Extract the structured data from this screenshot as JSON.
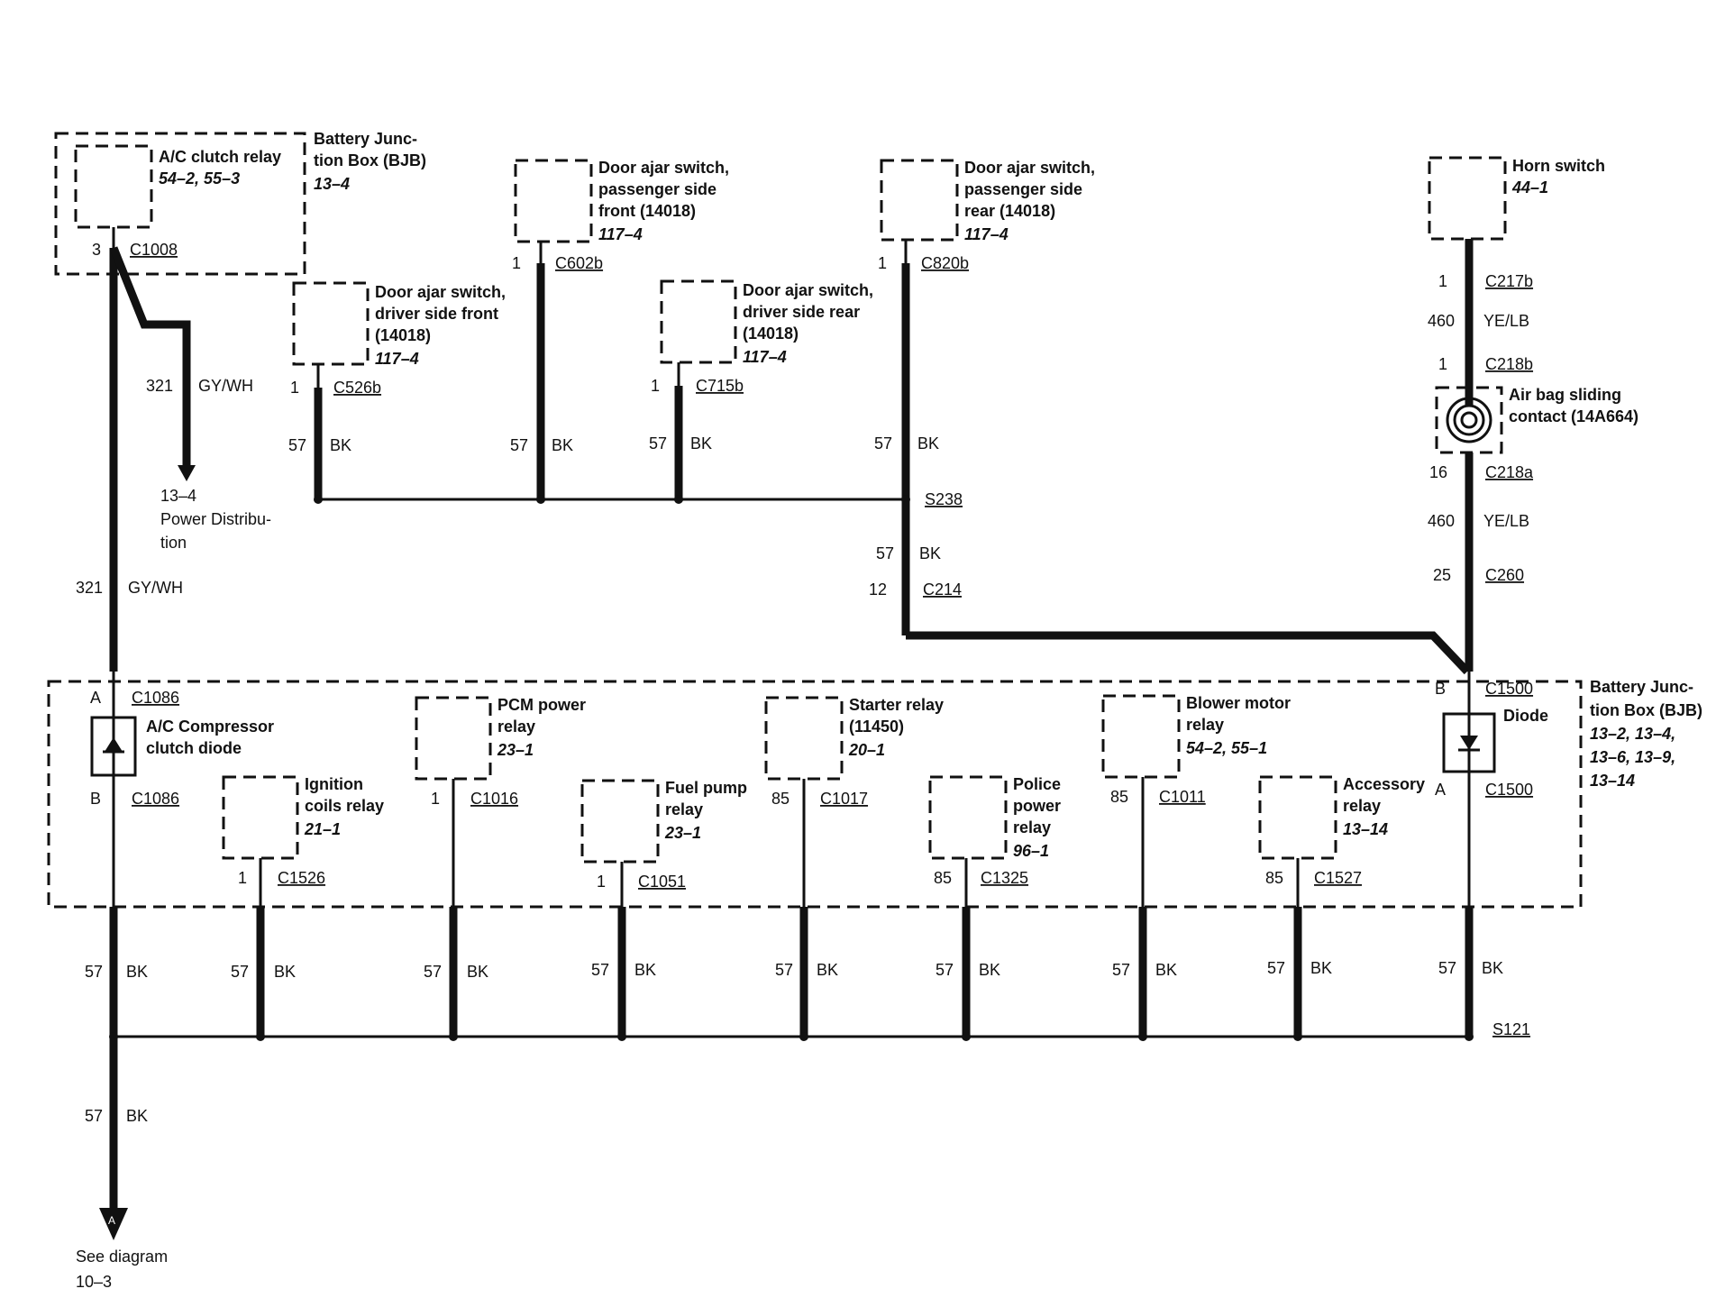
{
  "bjb_top": {
    "name": [
      "Battery Junc-",
      "tion Box (BJB)"
    ],
    "ref": "13–4",
    "relay_name": "A/C clutch relay",
    "relay_ref": "54–2, 55–3",
    "pin": "3",
    "connector": "C1008"
  },
  "power_dist": {
    "wire_num": "321",
    "wire_color": "GY/WH",
    "ref": "13–4",
    "text": [
      "Power Distribu-",
      "tion"
    ]
  },
  "main_wire": {
    "wire_num": "321",
    "wire_color": "GY/WH"
  },
  "door_dsf": {
    "name": [
      "Door ajar switch,",
      "driver side front",
      "(14018)"
    ],
    "ref": "117–4",
    "pin": "1",
    "connector": "C526b",
    "wire_num": "57",
    "wire_color": "BK"
  },
  "door_psf": {
    "name": [
      "Door ajar switch,",
      "passenger side",
      "front (14018)"
    ],
    "ref": "117–4",
    "pin": "1",
    "connector": "C602b",
    "wire_num": "57",
    "wire_color": "BK"
  },
  "door_dsr": {
    "name": [
      "Door ajar switch,",
      "driver side rear",
      "(14018)"
    ],
    "ref": "117–4",
    "pin": "1",
    "connector": "C715b",
    "wire_num": "57",
    "wire_color": "BK"
  },
  "door_psr": {
    "name": [
      "Door ajar switch,",
      "passenger side",
      "rear (14018)"
    ],
    "ref": "117–4",
    "pin": "1",
    "connector": "C820b",
    "wire_num": "57",
    "wire_color": "BK"
  },
  "splice_s238": "S238",
  "c214": {
    "wire_num": "57",
    "wire_color": "BK",
    "pin": "12",
    "connector": "C214"
  },
  "horn": {
    "name": "Horn switch",
    "ref": "44–1",
    "c217b_pin": "1",
    "c217b": "C217b",
    "wire1_num": "460",
    "wire1_color": "YE/LB",
    "c218b_pin": "1",
    "c218b": "C218b",
    "airbag_name": [
      "Air bag sliding",
      "contact (14A664)"
    ],
    "c218a_pin": "16",
    "c218a": "C218a",
    "wire2_num": "460",
    "wire2_color": "YE/LB",
    "c260_pin": "25",
    "c260": "C260"
  },
  "bjb_main": {
    "name": [
      "Battery Junc-",
      "tion Box (BJB)"
    ],
    "refs": [
      "13–2, 13–4,",
      "13–6, 13–9,",
      "13–14"
    ],
    "c1086_a_pin": "A",
    "c1086_a": "C1086",
    "diode_name": [
      "A/C Compressor",
      "clutch diode"
    ],
    "c1086_b_pin": "B",
    "c1086_b": "C1086",
    "c1500_b_pin": "B",
    "c1500_b": "C1500",
    "diode2_name": "Diode",
    "c1500_a_pin": "A",
    "c1500_a": "C1500"
  },
  "relays": {
    "ignition": {
      "name": [
        "Ignition",
        "coils relay"
      ],
      "ref": "21–1",
      "pin": "1",
      "connector": "C1526"
    },
    "pcm": {
      "name": [
        "PCM power",
        "relay"
      ],
      "ref": "23–1",
      "pin": "1",
      "connector": "C1016"
    },
    "fuel": {
      "name": [
        "Fuel pump",
        "relay"
      ],
      "ref": "23–1",
      "pin": "1",
      "connector": "C1051"
    },
    "starter": {
      "name": [
        "Starter relay",
        "(11450)"
      ],
      "ref": "20–1",
      "pin": "85",
      "connector": "C1017"
    },
    "police": {
      "name": [
        "Police",
        "power",
        "relay"
      ],
      "ref": "96–1",
      "pin": "85",
      "connector": "C1325"
    },
    "blower": {
      "name": [
        "Blower motor",
        "relay"
      ],
      "ref": "54–2, 55–1",
      "pin": "85",
      "connector": "C1011"
    },
    "accessory": {
      "name": [
        "Accessory",
        "relay"
      ],
      "ref": "13–14",
      "pin": "85",
      "connector": "C1527"
    }
  },
  "ground_wire": {
    "wire_num": "57",
    "wire_color": "BK"
  },
  "splice_s121": "S121",
  "bottom": {
    "wire_num": "57",
    "wire_color": "BK",
    "arrow_label": "A",
    "text": [
      "See diagram",
      "10–3"
    ]
  }
}
